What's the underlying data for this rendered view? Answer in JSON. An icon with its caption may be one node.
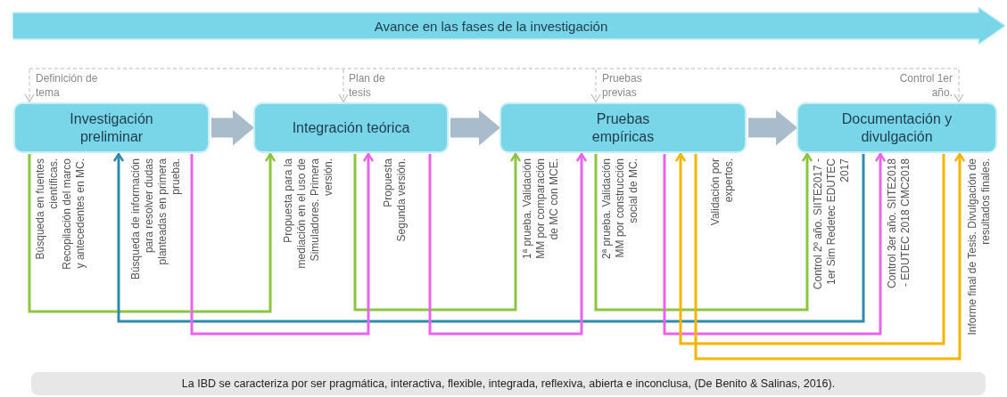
{
  "diagram": {
    "caption": "La IBD se caracteriza por ser pragmática, interactiva, flexible, integrada, reflexiva, abierta e inconclusa, (De Benito & Salinas, 2016).",
    "nodes": [
      {
        "text": [
          "Avance en las fases de la investigación"
        ]
      },
      {
        "text": [
          "Investigación preliminar"
        ]
      },
      {
        "text": [
          "Integración teórica"
        ]
      },
      {
        "text": [
          "Pruebas empíricas"
        ]
      },
      {
        "text": [
          "Documentación y divulgación"
        ]
      }
    ],
    "edges": [
      {
        "from": 1,
        "to": 2,
        "arrow": "to",
        "style": "thick",
        "color": "#a9bccb"
      },
      {
        "from": 2,
        "to": 3,
        "arrow": "to",
        "style": "thick",
        "color": "#a9bccb"
      },
      {
        "from": 3,
        "to": 4,
        "arrow": "to",
        "style": "thick",
        "color": "#a9bccb"
      },
      {
        "from": null,
        "to": 1,
        "arrow": "to",
        "style": "dashed",
        "color": "#bbbbbb",
        "label": "Definición de tema"
      },
      {
        "from": null,
        "to": 2,
        "arrow": "to",
        "style": "dashed",
        "color": "#bbbbbb",
        "label": "Plan de tesis"
      },
      {
        "from": null,
        "to": 3,
        "arrow": "to",
        "style": "dashed",
        "color": "#bbbbbb",
        "label": "Pruebas previas"
      },
      {
        "from": null,
        "to": 4,
        "arrow": "to",
        "style": "dashed",
        "color": "#bbbbbb",
        "label": "Control 1er año."
      },
      {
        "from": 1,
        "to": 2,
        "arrow": "to",
        "color": "#8cc63e"
      },
      {
        "from": 2,
        "to": 3,
        "arrow": "to",
        "color": "#8cc63e"
      },
      {
        "from": 3,
        "to": 4,
        "arrow": "to",
        "color": "#8cc63e"
      },
      {
        "from": 4,
        "to": 1,
        "arrow": "to",
        "color": "#2e8bab"
      },
      {
        "from": 1,
        "to": 2,
        "arrow": "to",
        "color": "#e766e8"
      },
      {
        "from": 2,
        "to": 3,
        "arrow": "to",
        "color": "#e766e8"
      },
      {
        "from": 3,
        "to": 4,
        "arrow": "to",
        "color": "#e766e8"
      },
      {
        "from": 4,
        "to": 3,
        "arrow": "to",
        "color": "#f5b400"
      },
      {
        "from": 3,
        "to": 4,
        "arrow": "to",
        "color": "#f5b400"
      }
    ],
    "labels": [
      "Búsqueda en fuentes científicas. Recopilación del marco y antecedentes en MC.",
      "Búsqueda de información para resolver dudas planteadas en primera prueba.",
      "Propuesta para la mediación en el uso de Simuladores. Primera versión.",
      "Propuesta Segunda versión.",
      "1ª prueba. Validación MM por comparación de MC con MCE.",
      "2ª prueba. Validación MM por construcción social de MC.",
      "Validación por expertos.",
      "Control 2º año. SIITE2017 - 1er Sim Redetec EDUTEC 2017",
      "Control 3er año. SIITE2018 - EDUTEC 2018 CMC2018",
      "Informe final de Tesis. Divulgación de resultados finales."
    ]
  }
}
